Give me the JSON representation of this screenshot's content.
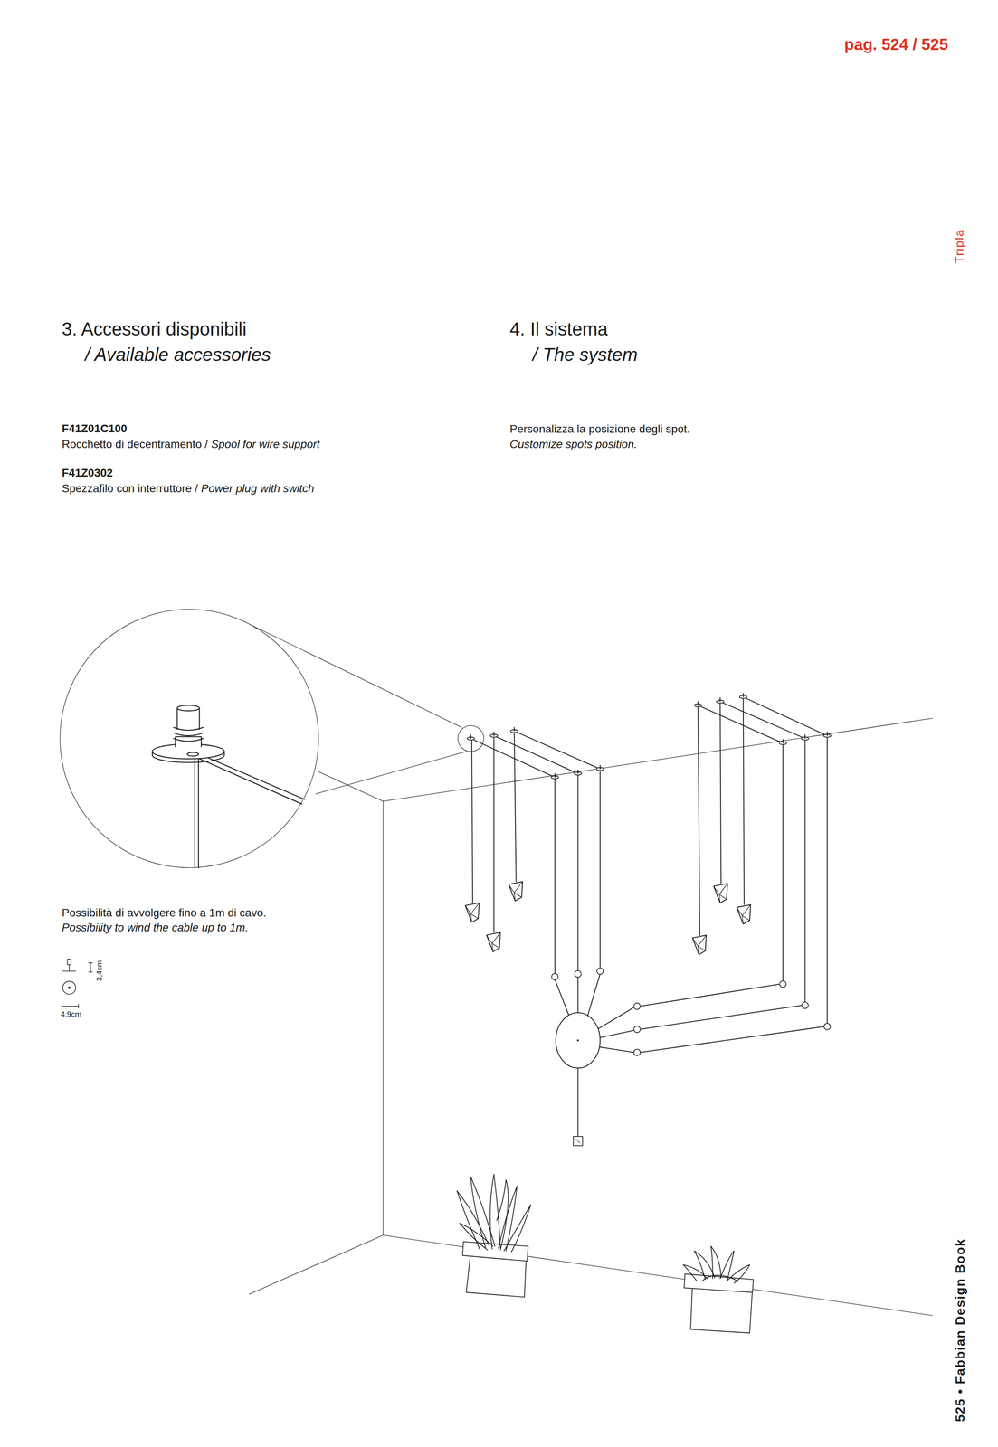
{
  "diagram": {
    "labels": [
      "pag. 524 / 525",
      "Tripla",
      "3. Accessori disponibili",
      "/ Available accessories",
      "4. Il sistema",
      "/ The system",
      "F41Z01C100",
      "Rocchetto di decentramento /",
      "Spool for wire support",
      "F41Z0302",
      "Spezzafilo con interruttore /",
      "Power plug with switch",
      "Personalizza la posizione degli spot.",
      "Customize spots position.",
      "Possibilità di avvolgere fino a 1m di cavo.",
      "Possibility to wind the cable up to 1m.",
      "3,4cm",
      "4,9cm",
      "525 • Fabbian Design Book"
    ]
  }
}
